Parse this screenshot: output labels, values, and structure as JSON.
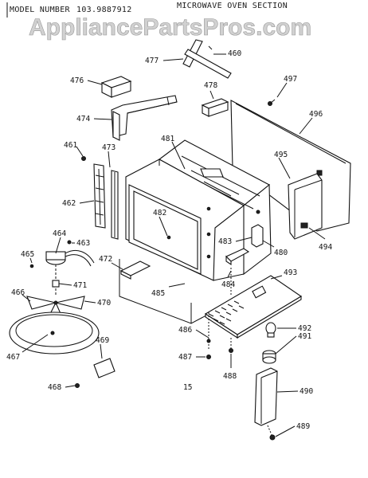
{
  "header": {
    "model_label": "MODEL NUMBER",
    "model_number": "103.9887912",
    "section_title": "MICROWAVE OVEN SECTION"
  },
  "watermark": "AppliancePartsPros.com",
  "page_mark": "15",
  "parts": [
    {
      "id": "p477",
      "label": "477"
    },
    {
      "id": "p460",
      "label": "460"
    },
    {
      "id": "p476",
      "label": "476"
    },
    {
      "id": "p478",
      "label": "478"
    },
    {
      "id": "p497",
      "label": "497"
    },
    {
      "id": "p474",
      "label": "474"
    },
    {
      "id": "p496",
      "label": "496"
    },
    {
      "id": "p461",
      "label": "461"
    },
    {
      "id": "p473",
      "label": "473"
    },
    {
      "id": "p481",
      "label": "481"
    },
    {
      "id": "p495",
      "label": "495"
    },
    {
      "id": "p462",
      "label": "462"
    },
    {
      "id": "p482",
      "label": "482"
    },
    {
      "id": "p464",
      "label": "464"
    },
    {
      "id": "p463",
      "label": "463"
    },
    {
      "id": "p483",
      "label": "483"
    },
    {
      "id": "p494",
      "label": "494"
    },
    {
      "id": "p465",
      "label": "465"
    },
    {
      "id": "p472",
      "label": "472"
    },
    {
      "id": "p480",
      "label": "480"
    },
    {
      "id": "p493",
      "label": "493"
    },
    {
      "id": "p471",
      "label": "471"
    },
    {
      "id": "p485",
      "label": "485"
    },
    {
      "id": "p484",
      "label": "484"
    },
    {
      "id": "p466",
      "label": "466"
    },
    {
      "id": "p470",
      "label": "470"
    },
    {
      "id": "p486",
      "label": "486"
    },
    {
      "id": "p492",
      "label": "492"
    },
    {
      "id": "p469",
      "label": "469"
    },
    {
      "id": "p467",
      "label": "467"
    },
    {
      "id": "p487",
      "label": "487"
    },
    {
      "id": "p491",
      "label": "491"
    },
    {
      "id": "p488",
      "label": "488"
    },
    {
      "id": "p468",
      "label": "468"
    },
    {
      "id": "p490",
      "label": "490"
    },
    {
      "id": "p489",
      "label": "489"
    }
  ]
}
